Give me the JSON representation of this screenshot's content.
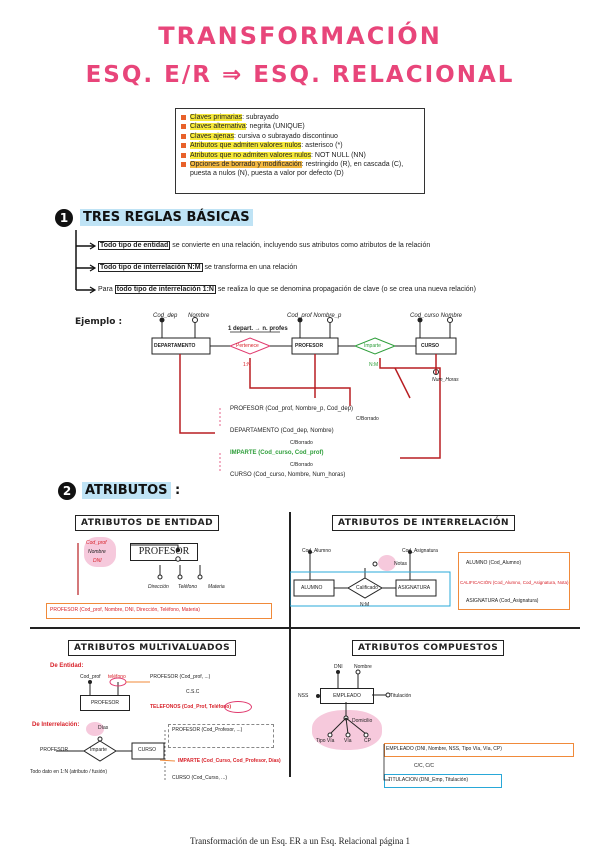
{
  "title": {
    "line1": "TRANSFORMACIÓN",
    "line2": "ESQ. E/R ⇒ ESQ. RELACIONAL"
  },
  "legend": [
    {
      "key": "Claves primarias",
      "value": ": subrayado",
      "highlight": "#f7ea3a"
    },
    {
      "key": "Claves alternativa",
      "value": ": negrita (UNIQUE)",
      "highlight": "#f7ea3a"
    },
    {
      "key": "Claves ajenas",
      "value": ": cursiva o subrayado discontinuo",
      "highlight": "#f7ea3a"
    },
    {
      "key": "Atributos que admiten valores nulos",
      "value": ": asterisco (*)",
      "highlight": "#f7ea3a"
    },
    {
      "key": "Atributos que no admiten valores nulos",
      "value": ": NOT NULL (NN)",
      "highlight": "#f7ea3a"
    },
    {
      "key": "Opciones de borrado y modificación",
      "value": ": restringido (R), en cascada (C), puesta a nulos (N), puesta a valor por defecto (D)",
      "highlight": "#f4b942"
    }
  ],
  "section1": {
    "number": "1",
    "title": "TRES REGLAS BÁSICAS",
    "rules": [
      {
        "boxed": "Todo tipo de entidad",
        "text": " se convierte en una relación, incluyendo sus atributos como atributos de la relación"
      },
      {
        "boxed": "Todo tipo de interrelación N:M",
        "text": " se transforma en una relación"
      },
      {
        "pre": "Para ",
        "boxed": "todo tipo de interrelación 1:N",
        "text": " se realiza lo que se denomina propagación de clave (o se crea una nueva relación)"
      }
    ],
    "example_label": "Ejemplo :",
    "example": {
      "departamento": "DEPARTAMENTO",
      "profesor": "PROFESOR",
      "curso": "CURSO",
      "rel1": "Pertenece",
      "rel2": "Imparte",
      "card1": "1:N",
      "card2": "N:M",
      "note": "1 depart. → n. profes",
      "attr_dep": "Cod_dep",
      "attr_dep2": "Nombre",
      "attr_prof": "Cod_prof  Nombre_p",
      "attr_curso": "Cod_curso  Nombre",
      "attr_curso2": "Num_Horas",
      "res1": "PROFESOR (Cod_prof, Nombre_p, Cod_dep)",
      "res2": "DEPARTAMENTO (Cod_dep, Nombre)",
      "res3": "IMPARTE (Cod_curso, Cod_prof)",
      "res4": "CURSO (Cod_curso, Nombre, Num_horas)",
      "tag1": "C/Borrado",
      "tag2": "C/Borrado",
      "tag3": "C/Borrado"
    }
  },
  "section2": {
    "number": "2",
    "title": "ATRIBUTOS",
    "colon": ":",
    "p1": {
      "title": "ATRIBUTOS DE ENTIDAD",
      "entity": "PROFESOR",
      "attrs": [
        "Cod_prof",
        "Nombre",
        "DNI"
      ],
      "attrs_bottom": [
        "Dirección",
        "Teléfono",
        "Materia"
      ],
      "result": "PROFESOR (Cod_prof, Nombre, DNI, Dirección, Teléfono, Materia)"
    },
    "p2": {
      "title": "ATRIBUTOS DE INTERRELACIÓN",
      "e1": "ALUMNO",
      "e2": "ASIGNATURA",
      "rel": "Calificado",
      "attr1": "Cod_Alumno",
      "attr2": "Cod_Asignatura",
      "attr3": "Notas",
      "card": "N:M",
      "r1": "ALUMNO (Cod_Alumno)",
      "r2": "CALIFICACIÓN (Cod_Alumno, Cod_Asignatura, Nota)",
      "r3": "ASIGNATURA (Cod_Asignatura)"
    },
    "p3": {
      "title": "ATRIBUTOS MULTIVALUADOS",
      "sub1": "De Entidad:",
      "sub2": "De Interrelación:",
      "e1": "PROFESOR",
      "a1": "Cod_prof",
      "a2": "teléfono",
      "r1": "PROFESOR (Cod_prof, ...)",
      "r1b": "C.S.C",
      "r2": "TELEFONOS (Cod_Prof, Teléfono)",
      "e2": "PROFESOR",
      "e3": "CURSO",
      "rel": "Imparte",
      "a3": "Días",
      "r3": "PROFESOR (Cod_Profesor, ...)",
      "r4": "IMPARTE (Cod_Curso, Cod_Profesor, Días)",
      "r5": "CURSO (Cod_Curso, ...)",
      "note": "Todo dato en 1:N (atributo / fusión)"
    },
    "p4": {
      "title": "ATRIBUTOS COMPUESTOS",
      "entity": "EMPLEADO",
      "a1": "DNI",
      "a2": "Nombre",
      "a3": "NSS",
      "a4": "Titulación",
      "a5": "Domicilio",
      "sub": [
        "Tipo Vía",
        "Vía",
        "CP"
      ],
      "r1": "EMPLEADO (DNI, Nombre, NSS, Tipo Vía, Vía, CP)",
      "r1b": "C/C, C/C",
      "r2": "TITULACION (DNI_Emp, Titulación)"
    }
  },
  "footer": "Transformación de un Esq. ER a un Esq. Relacional página 1",
  "colors": {
    "accent": "#e8457a",
    "highlight": "#f7ea3a",
    "red": "#b81e22",
    "green": "#2e9e3a",
    "orange": "#f08a3a"
  }
}
